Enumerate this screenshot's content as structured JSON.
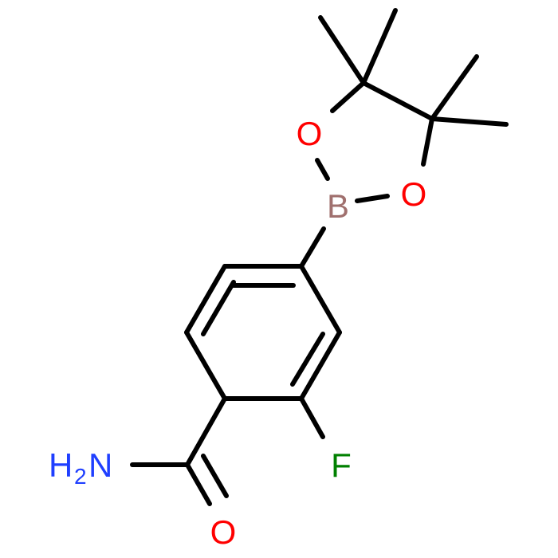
{
  "molecule": {
    "atoms": {
      "oxygen_upper": {
        "text": "O"
      },
      "oxygen_right": {
        "text": "O"
      },
      "boron": {
        "text": "B"
      },
      "fluorine": {
        "text": "F"
      },
      "amide_nitrogen": {
        "text": "N",
        "prefix": "H",
        "subscript": "2"
      },
      "carbonyl_oxygen": {
        "text": "O"
      }
    },
    "colors": {
      "bond": "#000000",
      "oxygen": "#ff0000",
      "boron": "#a0706e",
      "fluorine": "#008000",
      "nitrogen": "#1f3fff"
    }
  }
}
